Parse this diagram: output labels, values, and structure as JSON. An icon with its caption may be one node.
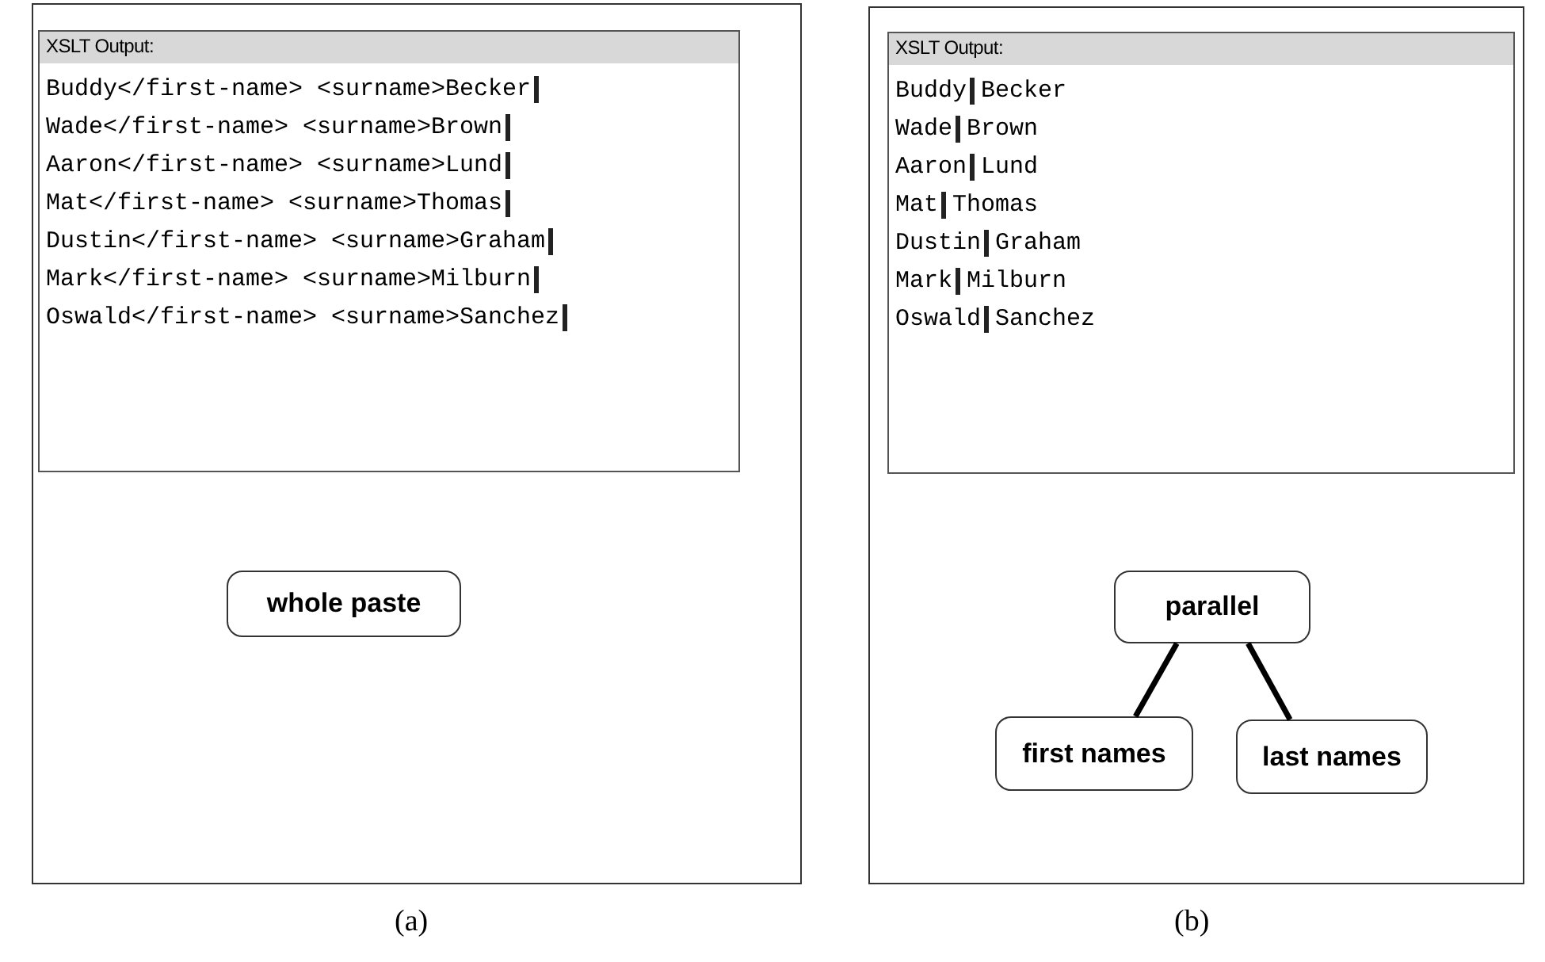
{
  "diagram": {
    "nodes": [
      {
        "text": [],
        "shape": "box",
        "beside": [
          "(a)"
        ]
      },
      {
        "text": [
          "XSLT Output:",
          "Buddy</first-name> <surname>Becker",
          "Wade</first-name> <surname>Brown",
          "Aaron</first-name> <surname>Lund",
          "Mat</first-name> <surname>Thomas",
          "Dustin</first-name> <surname>Graham",
          "Mark</first-name> <surname>Milburn",
          "Oswald</first-name> <surname>Sanchez"
        ],
        "in": 0
      },
      {
        "text": [
          "whole paste"
        ],
        "in": 0
      },
      {
        "text": [],
        "shape": "box",
        "beside": [
          "(b)"
        ]
      },
      {
        "text": [
          "XSLT Output:",
          "Buddy Becker",
          "Wade Brown",
          "Aaron Lund",
          "Mat Thomas",
          "Dustin Graham",
          "Mark Milburn",
          "Oswald Sanchez"
        ],
        "in": 3
      },
      {
        "text": [
          "parallel"
        ],
        "in": 3
      },
      {
        "text": [
          "first names"
        ],
        "in": 3
      },
      {
        "text": [
          "last names"
        ],
        "in": 3
      }
    ],
    "edges": [
      {
        "from": 5,
        "to": 6,
        "arrow": "none"
      },
      {
        "from": 5,
        "to": 7,
        "arrow": "none"
      }
    ]
  }
}
